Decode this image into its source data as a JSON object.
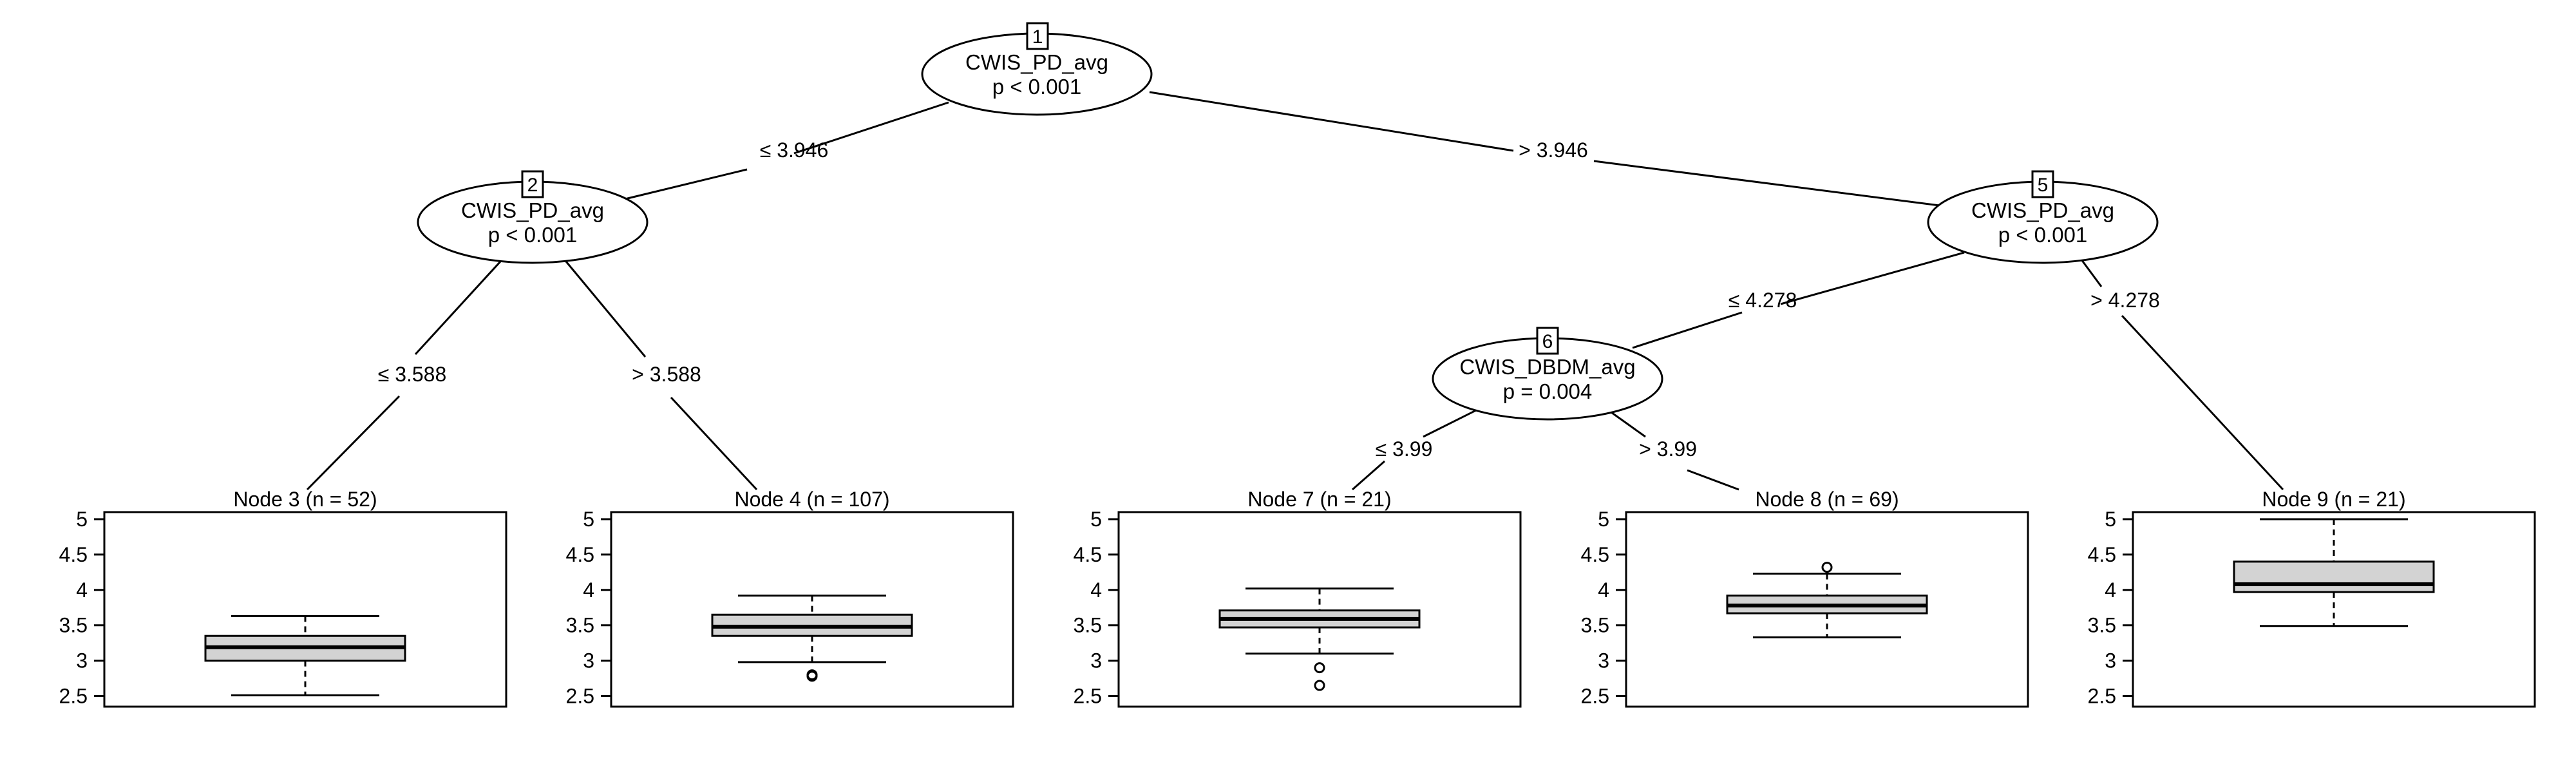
{
  "nodes": {
    "n1": {
      "id_label": "1",
      "variable": "CWIS_PD_avg",
      "pvalue": "p < 0.001"
    },
    "n2": {
      "id_label": "2",
      "variable": "CWIS_PD_avg",
      "pvalue": "p < 0.001"
    },
    "n5": {
      "id_label": "5",
      "variable": "CWIS_PD_avg",
      "pvalue": "p < 0.001"
    },
    "n6": {
      "id_label": "6",
      "variable": "CWIS_DBDM_avg",
      "pvalue": "p = 0.004"
    }
  },
  "edges": {
    "e1_2": "≤ 3.946",
    "e1_5": "> 3.946",
    "e2_3": "≤ 3.588",
    "e2_4": "> 3.588",
    "e5_6": "≤ 4.278",
    "e5_9": "> 4.278",
    "e6_7": "≤ 3.99",
    "e6_8": "> 3.99"
  },
  "y_ticks": [
    "5",
    "4.5",
    "4",
    "3.5",
    "3",
    "2.5"
  ],
  "chart_data": {
    "type": "boxplot",
    "ylim": [
      2.35,
      5.1
    ],
    "y_ticks": [
      2.5,
      3,
      3.5,
      4,
      4.5,
      5
    ],
    "series": [
      {
        "name": "Node 3 (n = 52)",
        "whisker_low": 2.51,
        "q1": 3.0,
        "median": 3.19,
        "q3": 3.35,
        "whisker_high": 3.63,
        "outliers": []
      },
      {
        "name": "Node 4 (n = 107)",
        "whisker_low": 2.98,
        "q1": 3.35,
        "median": 3.48,
        "q3": 3.65,
        "whisker_high": 3.92,
        "outliers": [
          2.78,
          2.8
        ]
      },
      {
        "name": "Node 7 (n = 21)",
        "whisker_low": 3.1,
        "q1": 3.47,
        "median": 3.59,
        "q3": 3.71,
        "whisker_high": 4.02,
        "outliers": [
          2.9,
          2.65
        ]
      },
      {
        "name": "Node 8 (n = 69)",
        "whisker_low": 3.33,
        "q1": 3.67,
        "median": 3.78,
        "q3": 3.92,
        "whisker_high": 4.23,
        "outliers": [
          4.32
        ]
      },
      {
        "name": "Node 9 (n = 21)",
        "whisker_low": 3.49,
        "q1": 3.97,
        "median": 4.08,
        "q3": 4.4,
        "whisker_high": 5.0,
        "outliers": []
      }
    ]
  }
}
